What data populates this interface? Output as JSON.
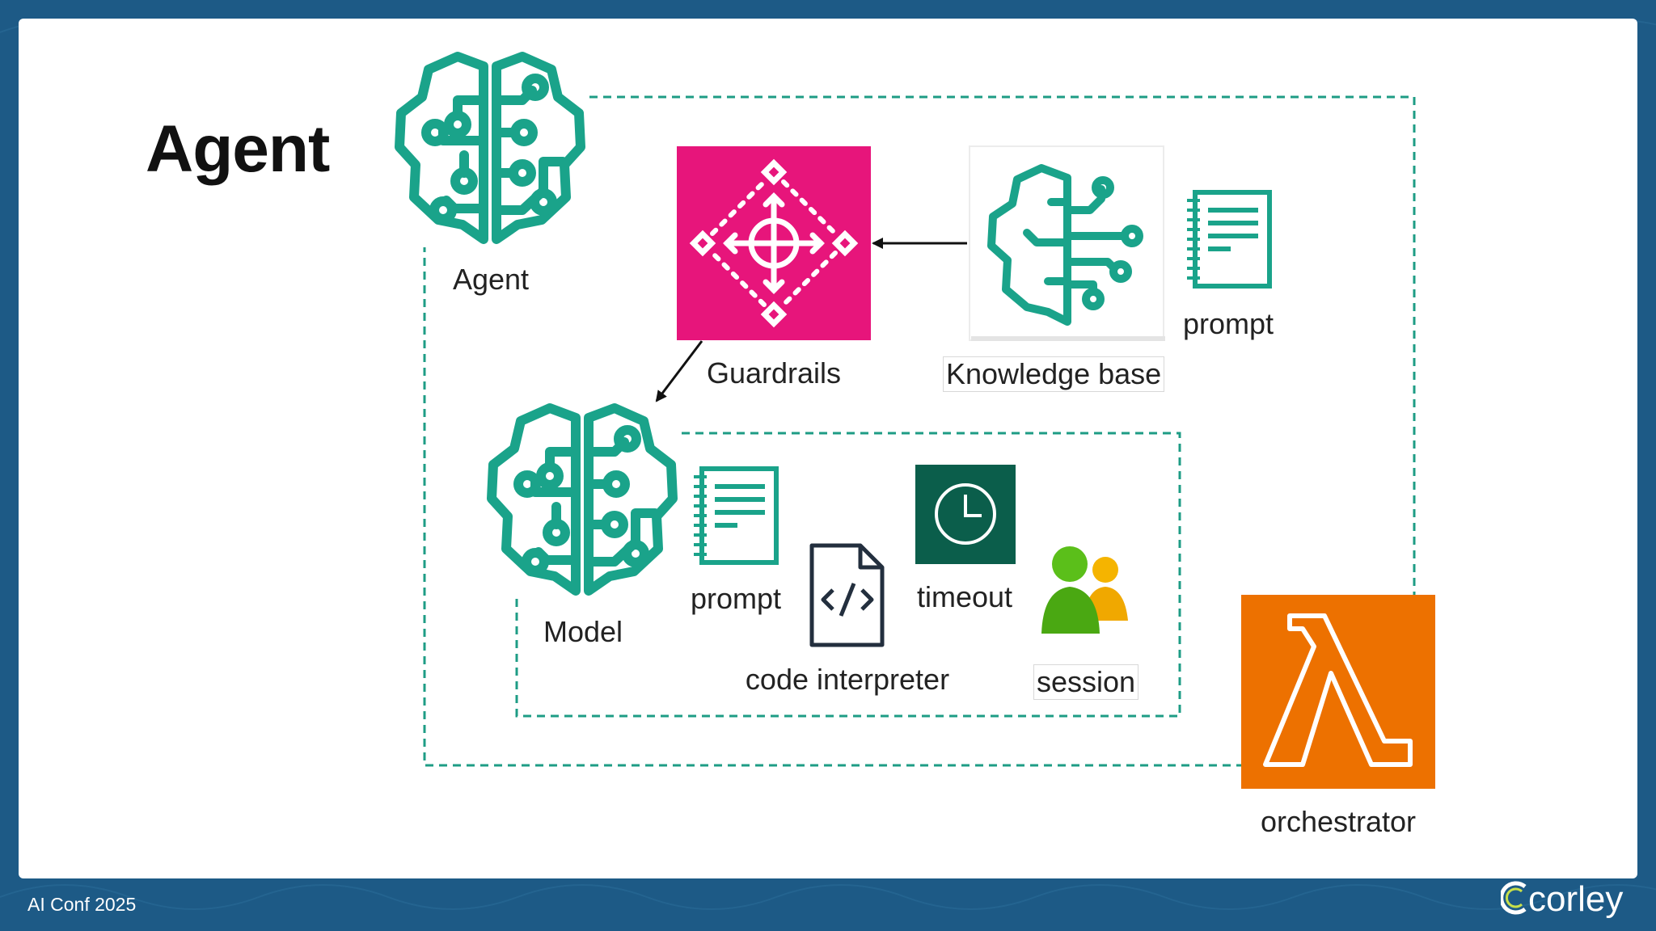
{
  "slide": {
    "title": "Agent"
  },
  "nodes": {
    "agent": {
      "label": "Agent",
      "icon": "brain-circuit-icon"
    },
    "guardrails": {
      "label": "Guardrails",
      "icon": "guardrails-icon",
      "color": "#e7157b"
    },
    "knowledge_base": {
      "label": "Knowledge base",
      "icon": "brain-circuit-icon"
    },
    "kb_prompt": {
      "label": "prompt",
      "icon": "document-icon"
    },
    "model": {
      "label": "Model",
      "icon": "brain-circuit-icon"
    },
    "model_prompt": {
      "label": "prompt",
      "icon": "document-icon"
    },
    "code_interpreter": {
      "label": "code interpreter",
      "icon": "code-file-icon"
    },
    "timeout": {
      "label": "timeout",
      "icon": "clock-icon",
      "color": "#0b5e4b"
    },
    "session": {
      "label": "session",
      "icon": "users-icon"
    },
    "orchestrator": {
      "label": "orchestrator",
      "icon": "lambda-icon",
      "color": "#ed7100"
    }
  },
  "edges": [
    {
      "from": "knowledge_base",
      "to": "guardrails"
    },
    {
      "from": "guardrails",
      "to": "model"
    }
  ],
  "colors": {
    "teal": "#1aa38a",
    "dash_border": "#1e9c85",
    "background": "#1d5a86"
  },
  "footer": {
    "event": "AI Conf 2025",
    "logo_text": "corley"
  }
}
